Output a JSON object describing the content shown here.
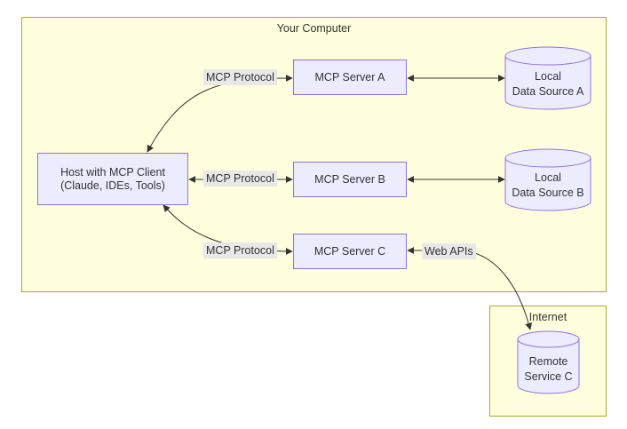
{
  "diagram": {
    "type": "flowchart",
    "groups": [
      {
        "id": "your-computer",
        "label": "Your Computer"
      },
      {
        "id": "internet",
        "label": "Internet"
      }
    ],
    "nodes": [
      {
        "id": "host",
        "shape": "rect",
        "lines": [
          "Host with MCP Client",
          "(Claude, IDEs, Tools)"
        ]
      },
      {
        "id": "mcp-server-a",
        "shape": "rect",
        "lines": [
          "MCP Server A"
        ]
      },
      {
        "id": "mcp-server-b",
        "shape": "rect",
        "lines": [
          "MCP Server B"
        ]
      },
      {
        "id": "mcp-server-c",
        "shape": "rect",
        "lines": [
          "MCP Server C"
        ]
      },
      {
        "id": "local-data-source-a",
        "shape": "cylinder",
        "lines": [
          "Local",
          "Data Source A"
        ]
      },
      {
        "id": "local-data-source-b",
        "shape": "cylinder",
        "lines": [
          "Local",
          "Data Source B"
        ]
      },
      {
        "id": "remote-service-c",
        "shape": "cylinder",
        "lines": [
          "Remote",
          "Service C"
        ]
      }
    ],
    "edges": [
      {
        "from": "host",
        "to": "mcp-server-a",
        "label": "MCP Protocol",
        "arrows": "both"
      },
      {
        "from": "host",
        "to": "mcp-server-b",
        "label": "MCP Protocol",
        "arrows": "both"
      },
      {
        "from": "host",
        "to": "mcp-server-c",
        "label": "MCP Protocol",
        "arrows": "both"
      },
      {
        "from": "mcp-server-a",
        "to": "local-data-source-a",
        "label": "",
        "arrows": "both"
      },
      {
        "from": "mcp-server-b",
        "to": "local-data-source-b",
        "label": "",
        "arrows": "both"
      },
      {
        "from": "mcp-server-c",
        "to": "remote-service-c",
        "label": "Web APIs",
        "arrows": "both"
      }
    ],
    "colors": {
      "node_fill": "#ECECFF",
      "node_border": "#9370DB",
      "group_fill": "#FFFFDE",
      "group_border": "#AAAA33",
      "edge": "#333333",
      "edge_label_bg": "#E8E8E8",
      "text": "#333333",
      "page_bg": "#FFFFFF"
    }
  }
}
